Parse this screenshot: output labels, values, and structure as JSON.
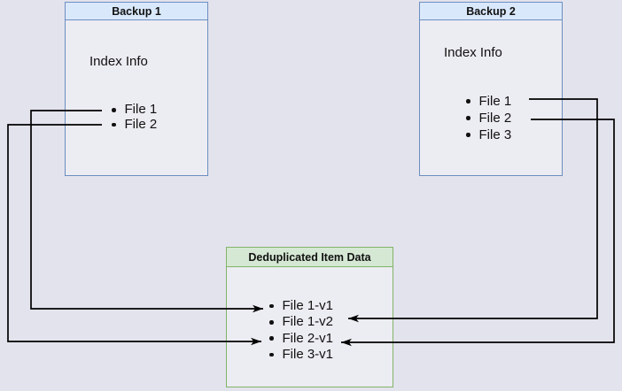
{
  "canvas": {
    "background": "#e3e3ed"
  },
  "colors": {
    "blue_fill": "#dae8fc",
    "blue_border": "#6c8ebf",
    "green_fill": "#d5e8d4",
    "green_border": "#82b366",
    "arrow": "#000000"
  },
  "backup1": {
    "title": "Backup 1",
    "subtitle": "Index Info",
    "files": [
      "File 1",
      "File 2"
    ]
  },
  "backup2": {
    "title": "Backup 2",
    "subtitle": "Index Info",
    "files": [
      "File 1",
      "File 2",
      "File 3"
    ]
  },
  "dedup": {
    "title": "Deduplicated Item Data",
    "items": [
      "File 1-v1",
      "File 1-v2",
      "File 2-v1",
      "File 3-v1"
    ]
  },
  "connections": [
    {
      "from": "Backup 1 / File 1",
      "to": "File 1-v1",
      "route": "left-inner"
    },
    {
      "from": "Backup 1 / File 2",
      "to": "File 2-v1",
      "route": "left-outer"
    },
    {
      "from": "Backup 2 / File 1",
      "to": "File 1-v2",
      "route": "right-inner"
    },
    {
      "from": "Backup 2 / File 2",
      "to": "File 2-v1",
      "route": "right-outer"
    }
  ]
}
